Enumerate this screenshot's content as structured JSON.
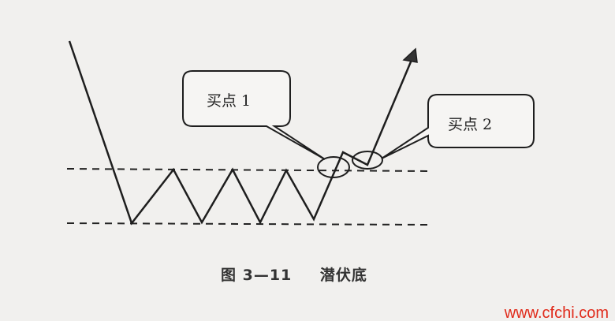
{
  "callouts": {
    "buy_point_1": "买点 1",
    "buy_point_2": "买点 2"
  },
  "caption": {
    "figure_number": "图 3—11",
    "title": "潜伏底"
  },
  "watermark": "www.cfchi.com",
  "colors": {
    "line": "#1e1e1e",
    "watermark": "#e02a1a"
  }
}
